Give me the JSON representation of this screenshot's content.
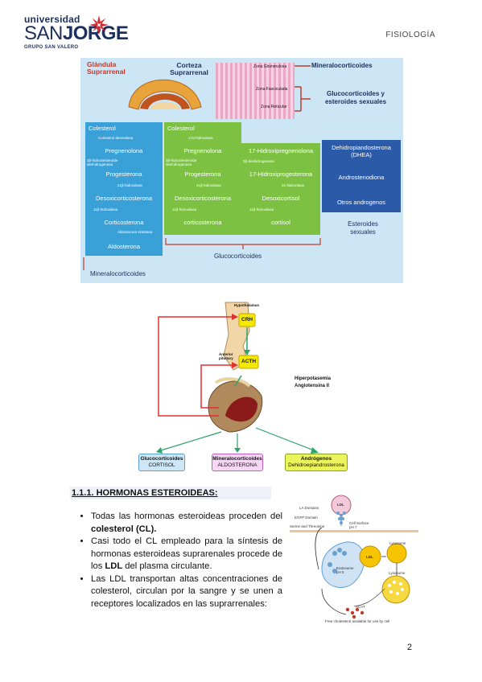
{
  "header": {
    "logo_line1": "universidad",
    "logo_line2_a": "SAN",
    "logo_line2_b": "JORGE",
    "logo_sub": "GRUPO SAN VALERO",
    "section": "FISIOLOGÍA"
  },
  "fig1": {
    "gland_title": "Glándula Suprarrenal",
    "cortex_title": "Corteza Suprarrenal",
    "zone_glom": "Zona Glomerulosa",
    "zone_fasc": "Zona Fasciculada",
    "zone_ret": "Zona Reticular",
    "mineralo_top": "Mineralocorticoides",
    "gluco_sex": "Glucocorticoides y esteroides sexuales",
    "col1": {
      "items": [
        "Colesterol",
        "Pregnenolona",
        "Progesterona",
        "Desoxicorticosterona",
        "Corticosterona",
        "Aldosterona"
      ],
      "enzymes": [
        "Colesterol desmolasa",
        "3β-hidroxiesteroide deshidrogenasa",
        "21β-hidroxilasa",
        "11β-hidroxilasa",
        "Aldosterona sintetasa"
      ]
    },
    "col2": {
      "items": [
        "Colesterol",
        "Pregnenolona",
        "Progesterona",
        "Desoxicorticosterona",
        "corticosterona"
      ],
      "enzymes": [
        "17α-hidroxilasa",
        "3β-hidroxiesteroide deshidrogenasa",
        "21β-hidroxilasa",
        "11β-hidroxilasa"
      ]
    },
    "col3": {
      "items": [
        "17-Hidroxipregnenolona",
        "17-Hidroxiprogesterona",
        "Desoxicortisol",
        "cortisol"
      ],
      "enzymes": [
        "3β-deshidrogenasa",
        "21-hidroxilasa",
        "11β-hidroxilasa"
      ]
    },
    "col4": {
      "items": [
        "Dehidropiandosterona (DHEA)",
        "Androstenodiona",
        "Otros androgenos"
      ]
    },
    "esteroides_sexuales": "Esteroides sexuales",
    "glucocorticoides": "Glucocorticoides",
    "mineralocorticoides": "Mineralocorticoides"
  },
  "fig2": {
    "hypothalamus": "Hypothalamus",
    "crh": "CRH",
    "anterior_pituitary": "Anterior pituitary",
    "acth": "ACTH",
    "hiperpotasemia": "Hiperpotasemia",
    "angiotensina": "Angiotensina II",
    "box1_l1": "Glucocorticoides",
    "box1_l2": "CORTISOL",
    "box2_l1": "Mineralocorticoides",
    "box2_l2": "ALDOSTERONA",
    "box3_l1": "Andrógenos",
    "box3_l2": "Dehidroepiandrosterona"
  },
  "section": {
    "heading": "1.1.1. HORMONAS ESTEROIDEAS:",
    "b1_pre": "Todas las hormonas esteroideas proceden del ",
    "b1_bold": "colesterol (CL).",
    "b2_pre": "Casi todo el CL empleado para la síntesis de hormonas esteroideas suprarenales procede de los ",
    "b2_bold": "LDL",
    "b2_post": " del plasma circulante.",
    "b3": "Las LDL transportan altas concentraciones de colesterol, circulan por la sangre y se unen a receptores localizados en las suprarrenales:"
  },
  "fig3": {
    "ldl": "LDL",
    "la_domains": "LA Domains",
    "egfp": "EGFP Domain",
    "serine": "Serine and Threonine",
    "surface": "Cell Surface pH 7",
    "endosome": "Endosome pH 5",
    "ldl2": "LDL",
    "lysosome1": "Lysosome",
    "lysosome2": "Lysosome",
    "acat": "ACAT",
    "free_chol": "Free cholesterol available for use by cell"
  },
  "page_number": "2"
}
